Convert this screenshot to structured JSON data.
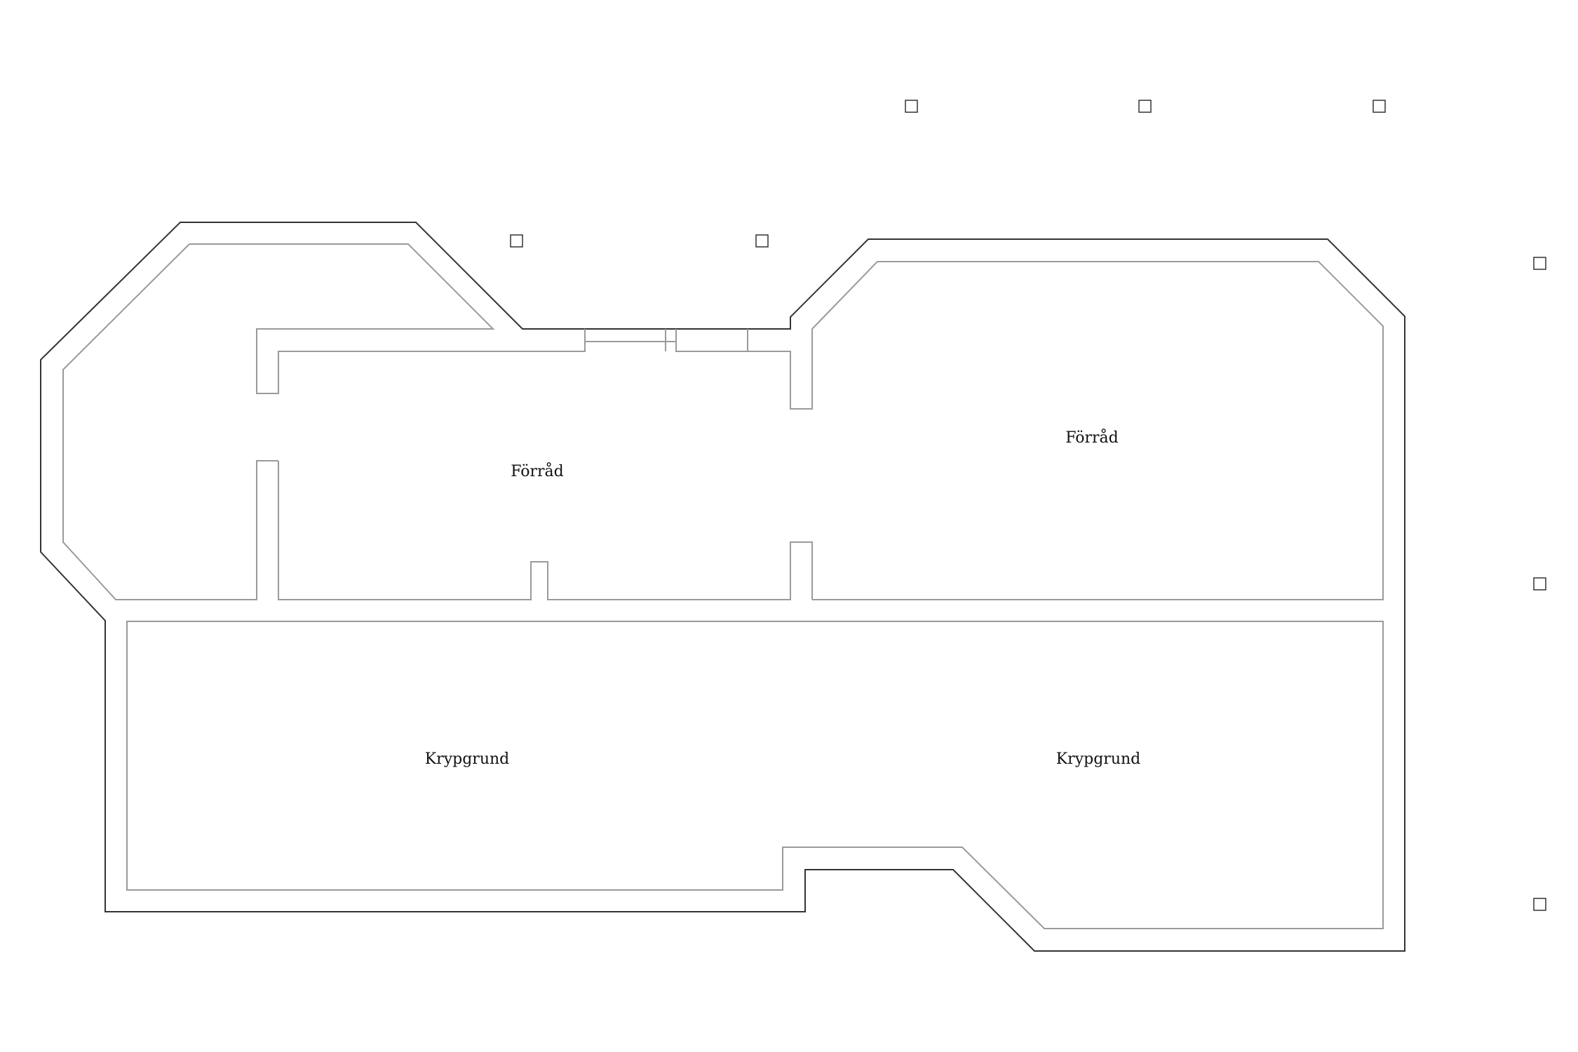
{
  "rooms": [
    {
      "id": "storage-left",
      "label": "Förråd"
    },
    {
      "id": "storage-right",
      "label": "Förråd"
    },
    {
      "id": "crawlspace-left",
      "label": "Krypgrund"
    },
    {
      "id": "crawlspace-right",
      "label": "Krypgrund"
    }
  ],
  "colors": {
    "outer_wall": "#333333",
    "inner_wall": "#9a9a9a",
    "text": "#111111",
    "background": "#ffffff"
  }
}
